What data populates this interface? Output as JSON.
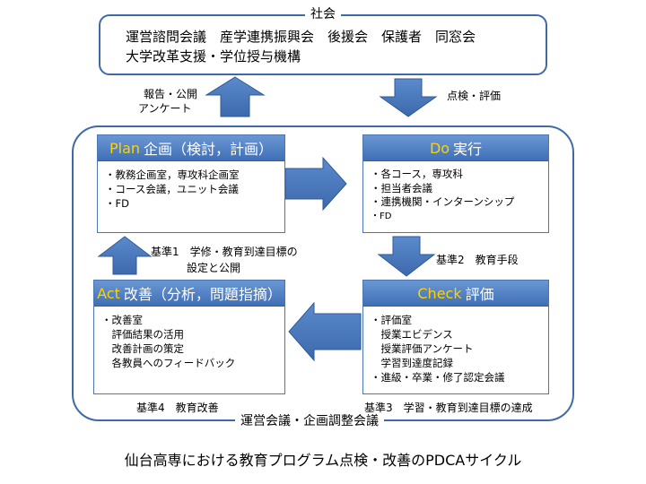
{
  "society": {
    "title": "社会",
    "line1": "運営諮問会議　産学連携振興会　後援会　保護者　同窓会",
    "line2": "大学改革支援・学位授与機構"
  },
  "arrows": {
    "up_label_1": "報告・公開",
    "up_label_2": "アンケート",
    "down_label": "点検・評価"
  },
  "plan": {
    "head_en": "Plan",
    "head_jp": "企画（検討，計画）",
    "items": [
      "・教務企画室，専攻科企画室",
      "・コース会議，ユニット会議",
      "・FD"
    ]
  },
  "do": {
    "head_en": "Do",
    "head_jp": "実行",
    "items": [
      "・各コース，専攻科",
      "・担当者会議",
      "・連携機関・インターンシップ",
      "・FD"
    ]
  },
  "check": {
    "head_en": "Check",
    "head_jp": "評価",
    "items": [
      "・評価室",
      "　授業エビデンス",
      "　授業評価アンケート",
      "　学習到達度記録",
      "・進級・卒業・修了認定会議"
    ]
  },
  "act": {
    "head_en": "Act",
    "head_jp": "改善（分析，問題指摘）",
    "items": [
      "・改善室",
      "　評価結果の活用",
      "　改善計画の策定",
      "　各教員へのフィードバック"
    ]
  },
  "criteria": {
    "c1_line1": "基準1　学修・教育到達目標の",
    "c1_line2": "設定と公開",
    "c2": "基準2　教育手段",
    "c3": "基準3　学習・教育到達目標の達成",
    "c4": "基準4　教育改善"
  },
  "cycle_frame_label": "運営会議・企画調整会議",
  "caption": "仙台高専における教育プログラム点検・改善のPDCAサイクル"
}
